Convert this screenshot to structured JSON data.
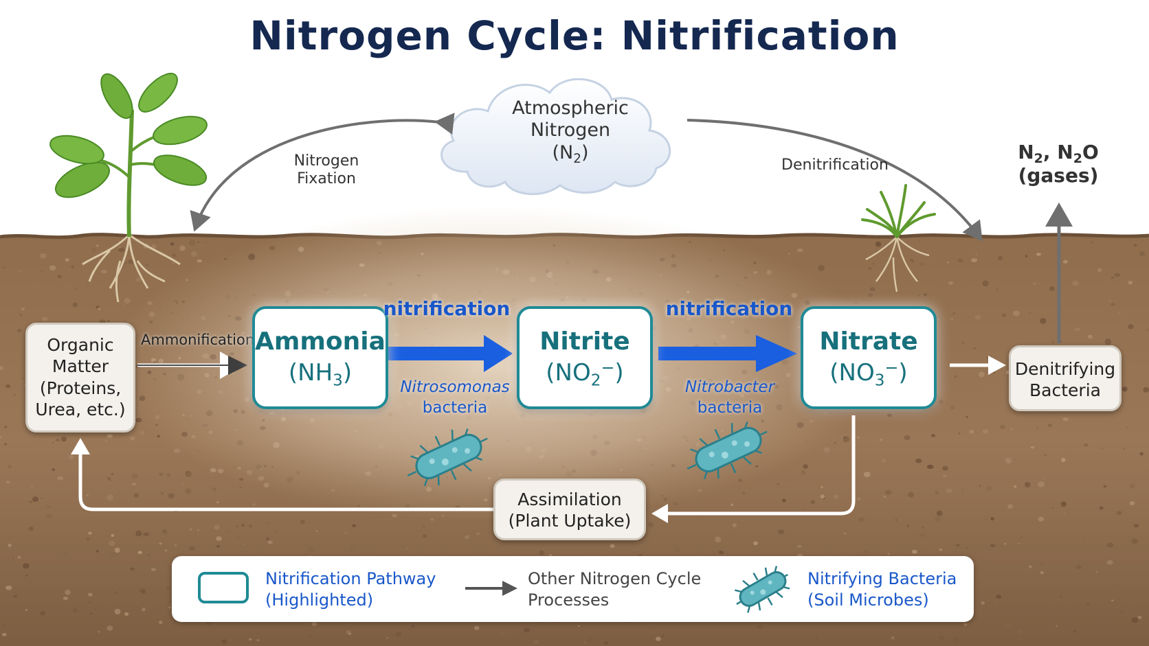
{
  "title": "Nitrogen Cycle: Nitrification",
  "atmosphere": {
    "line1": "Atmospheric",
    "line2": "Nitrogen",
    "formula_base": "(N",
    "formula_sub": "2",
    "formula_end": ")"
  },
  "fixation": {
    "line1": "Nitrogen",
    "line2": "Fixation"
  },
  "denitrification": "Denitrification",
  "gases": {
    "n": "N",
    "sub1": "2",
    "comma": ", N",
    "sub2": "2",
    "o": "O",
    "line2": "(gases)"
  },
  "organic_matter": {
    "line1": "Organic",
    "line2": "Matter",
    "line3": "(Proteins,",
    "line4": "Urea, etc.)"
  },
  "ammonification": "Ammonification",
  "ammonia": {
    "name": "Ammonia",
    "f1": "(NH",
    "sub": "3",
    "f2": ")"
  },
  "nitrite": {
    "name": "Nitrite",
    "f1": "(NO",
    "sub": "2",
    "sup": "−",
    "f2": ")"
  },
  "nitrate": {
    "name": "Nitrate",
    "f1": "(NO",
    "sub": "3",
    "sup": "−",
    "f2": ")"
  },
  "nitrification_label_1": "nitrification",
  "nitrification_label_2": "nitrification",
  "bacteria_1": {
    "name": "Nitrosomonas",
    "word": "bacteria"
  },
  "bacteria_2": {
    "name": "Nitrobacter",
    "word": "bacteria"
  },
  "denitrifying": {
    "line1": "Denitrifying",
    "line2": "Bacteria"
  },
  "assimilation": {
    "line1": "Assimilation",
    "line2": "(Plant Uptake)"
  },
  "legend": {
    "pathway": {
      "line1": "Nitrification Pathway",
      "line2": "(Highlighted)"
    },
    "other": {
      "line1": "Other Nitrogen Cycle",
      "line2": "Processes"
    },
    "bacteria": {
      "line1": "Nitrifying Bacteria",
      "line2": "(Soil Microbes)"
    }
  },
  "colors": {
    "title": "#142850",
    "teal_border": "#1f8a95",
    "teal_text": "#17707c",
    "blue_arrow": "#1a5fe0",
    "blue_label": "#1957c9",
    "grey_arrow": "#6f6f6f",
    "soil": "#8a6a4c",
    "sky": "#ffffff"
  },
  "icons": [
    "plant-icon",
    "grass-icon",
    "cloud-icon",
    "bacterium-icon"
  ]
}
